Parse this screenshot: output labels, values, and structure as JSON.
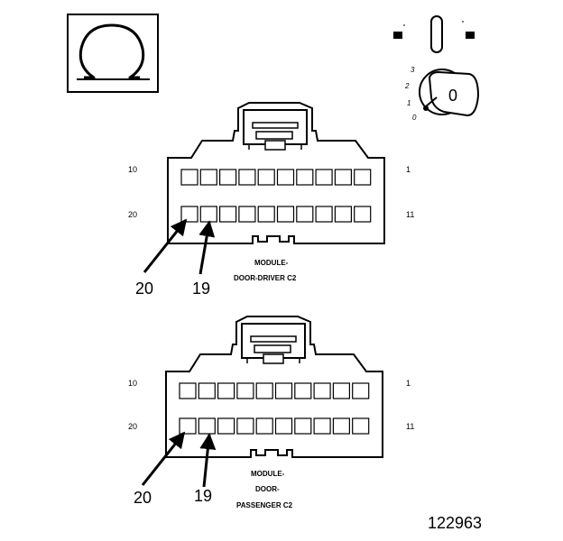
{
  "ohm_symbol": "Ω",
  "figure_id": "122963",
  "ignition": {
    "positions": [
      "3",
      "2",
      "1",
      "0"
    ],
    "key_label": "0",
    "icons": [
      "ohmmeter-icon",
      "test-lead-icon",
      "ignition-key-icon"
    ]
  },
  "connectors": [
    {
      "pin_top_left": "10",
      "pin_top_right": "1",
      "pin_bottom_left": "20",
      "pin_bottom_right": "11",
      "callout_a": "20",
      "callout_b": "19",
      "caption": [
        "MODULE-",
        "DOOR-DRIVER C2"
      ]
    },
    {
      "pin_top_left": "10",
      "pin_top_right": "1",
      "pin_bottom_left": "20",
      "pin_bottom_right": "11",
      "callout_a": "20",
      "callout_b": "19",
      "caption": [
        "MODULE-",
        "DOOR-",
        "PASSENGER C2"
      ]
    }
  ]
}
